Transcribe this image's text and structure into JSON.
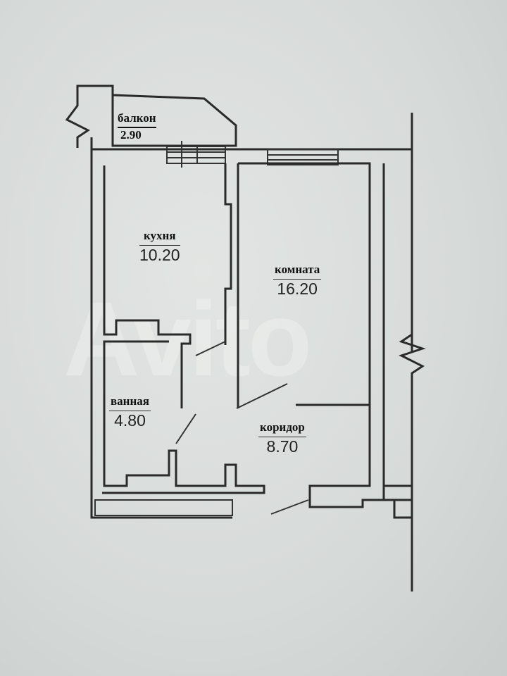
{
  "rooms": {
    "balcony": {
      "name": "балкон",
      "area": "2.90"
    },
    "kitchen": {
      "name": "кухня",
      "area": "10.20"
    },
    "room": {
      "name": "комната",
      "area": "16.20"
    },
    "bathroom": {
      "name": "ванная",
      "area": "4.80"
    },
    "corridor": {
      "name": "коридор",
      "area": "8.70"
    }
  },
  "watermark": "Avito"
}
